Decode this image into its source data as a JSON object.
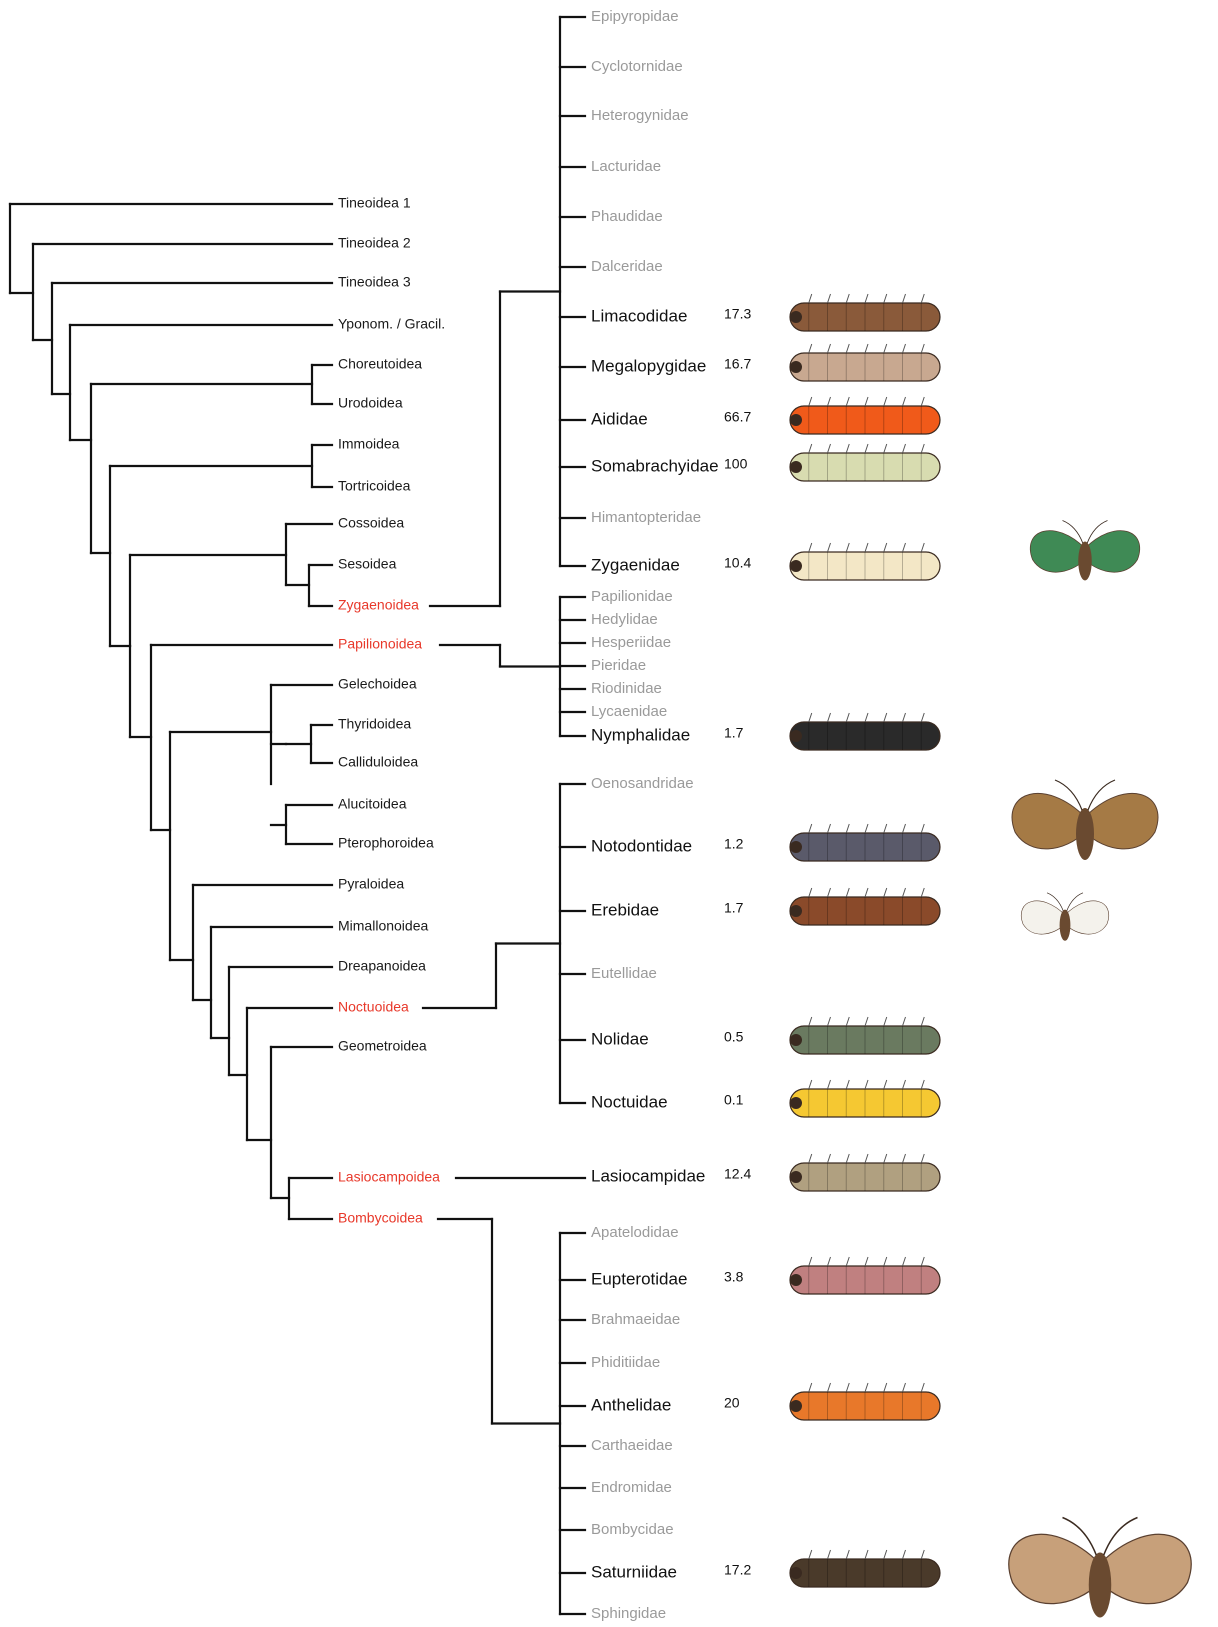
{
  "superfamilies": [
    {
      "label": "Tineoidea 1",
      "highlight": false
    },
    {
      "label": "Tineoidea 2",
      "highlight": false
    },
    {
      "label": "Tineoidea 3",
      "highlight": false
    },
    {
      "label": "Yponom. / Gracil.",
      "highlight": false
    },
    {
      "label": "Choreutoidea",
      "highlight": false
    },
    {
      "label": "Urodoidea",
      "highlight": false
    },
    {
      "label": "Immoidea",
      "highlight": false
    },
    {
      "label": "Tortricoidea",
      "highlight": false
    },
    {
      "label": "Cossoidea",
      "highlight": false
    },
    {
      "label": "Sesoidea",
      "highlight": false
    },
    {
      "label": "Zygaenoidea",
      "highlight": true
    },
    {
      "label": "Papilionoidea",
      "highlight": true
    },
    {
      "label": "Gelechoidea",
      "highlight": false
    },
    {
      "label": "Thyridoidea",
      "highlight": false
    },
    {
      "label": "Calliduloidea",
      "highlight": false
    },
    {
      "label": "Alucitoidea",
      "highlight": false
    },
    {
      "label": "Pterophoroidea",
      "highlight": false
    },
    {
      "label": "Pyraloidea",
      "highlight": false
    },
    {
      "label": "Mimallonoidea",
      "highlight": false
    },
    {
      "label": "Dreapanoidea",
      "highlight": false
    },
    {
      "label": "Noctuoidea",
      "highlight": true
    },
    {
      "label": "Geometroidea",
      "highlight": false
    },
    {
      "label": "Lasiocampoidea",
      "highlight": true
    },
    {
      "label": "Bombycoidea",
      "highlight": true
    }
  ],
  "family_groups": [
    {
      "superfamily": "Zygaenoidea",
      "families": [
        {
          "label": "Epipyropidae",
          "major": false,
          "value": ""
        },
        {
          "label": "Cyclotornidae",
          "major": false,
          "value": ""
        },
        {
          "label": "Heterogynidae",
          "major": false,
          "value": ""
        },
        {
          "label": "Lacturidae",
          "major": false,
          "value": ""
        },
        {
          "label": "Phaudidae",
          "major": false,
          "value": ""
        },
        {
          "label": "Dalceridae",
          "major": false,
          "value": ""
        },
        {
          "label": "Limacodidae",
          "major": true,
          "value": "17.3"
        },
        {
          "label": "Megalopygidae",
          "major": true,
          "value": "16.7"
        },
        {
          "label": "Aididae",
          "major": true,
          "value": "66.7"
        },
        {
          "label": "Somabrachyidae",
          "major": true,
          "value": "100"
        },
        {
          "label": "Himantopteridae",
          "major": false,
          "value": ""
        },
        {
          "label": "Zygaenidae",
          "major": true,
          "value": "10.4"
        }
      ]
    },
    {
      "superfamily": "Papilionoidea",
      "families": [
        {
          "label": "Papilionidae",
          "major": false,
          "value": ""
        },
        {
          "label": "Hedylidae",
          "major": false,
          "value": ""
        },
        {
          "label": "Hesperiidae",
          "major": false,
          "value": ""
        },
        {
          "label": "Pieridae",
          "major": false,
          "value": ""
        },
        {
          "label": "Riodinidae",
          "major": false,
          "value": ""
        },
        {
          "label": "Lycaenidae",
          "major": false,
          "value": ""
        },
        {
          "label": "Nymphalidae",
          "major": true,
          "value": "1.7"
        }
      ]
    },
    {
      "superfamily": "Noctuoidea",
      "families": [
        {
          "label": "Oenosandridae",
          "major": false,
          "value": ""
        },
        {
          "label": "Notodontidae",
          "major": true,
          "value": "1.2"
        },
        {
          "label": "Erebidae",
          "major": true,
          "value": "1.7"
        },
        {
          "label": "Eutellidae",
          "major": false,
          "value": ""
        },
        {
          "label": "Nolidae",
          "major": true,
          "value": "0.5"
        },
        {
          "label": "Noctuidae",
          "major": true,
          "value": "0.1"
        }
      ]
    },
    {
      "superfamily": "Lasiocampoidea",
      "families": [
        {
          "label": "Lasiocampidae",
          "major": true,
          "value": "12.4"
        }
      ]
    },
    {
      "superfamily": "Bombycoidea",
      "families": [
        {
          "label": "Apatelodidae",
          "major": false,
          "value": ""
        },
        {
          "label": "Eupterotidae",
          "major": true,
          "value": "3.8"
        },
        {
          "label": "Brahmaeidae",
          "major": false,
          "value": ""
        },
        {
          "label": "Phiditiidae",
          "major": false,
          "value": ""
        },
        {
          "label": "Anthelidae",
          "major": true,
          "value": "20"
        },
        {
          "label": "Carthaeidae",
          "major": false,
          "value": ""
        },
        {
          "label": "Endromidae",
          "major": false,
          "value": ""
        },
        {
          "label": "Bombycidae",
          "major": false,
          "value": ""
        },
        {
          "label": "Saturniidae",
          "major": true,
          "value": "17.2"
        },
        {
          "label": "Sphingidae",
          "major": false,
          "value": ""
        }
      ]
    }
  ],
  "caterpillar_illustrations": [
    {
      "family": "Limacodidae",
      "icon": "limacodid-caterpillar",
      "color": "#8a5a3a"
    },
    {
      "family": "Megalopygidae",
      "icon": "megalopygid-caterpillar",
      "color": "#c8a890"
    },
    {
      "family": "Aididae",
      "icon": "aidid-caterpillar",
      "color": "#f05a1a"
    },
    {
      "family": "Somabrachyidae",
      "icon": "somabrachyid-caterpillar",
      "color": "#d8dcb0"
    },
    {
      "family": "Zygaenidae",
      "icon": "zygaenid-caterpillar",
      "color": "#f3e7c6"
    },
    {
      "family": "Nymphalidae",
      "icon": "nymphalid-caterpillar",
      "color": "#2a2a2a"
    },
    {
      "family": "Notodontidae",
      "icon": "notodontid-caterpillar",
      "color": "#5a5a6a"
    },
    {
      "family": "Erebidae",
      "icon": "erebid-caterpillar",
      "color": "#8a4a2a"
    },
    {
      "family": "Nolidae",
      "icon": "nolid-caterpillar",
      "color": "#6a7a60"
    },
    {
      "family": "Noctuidae",
      "icon": "noctuid-caterpillar",
      "color": "#f5c832"
    },
    {
      "family": "Lasiocampidae",
      "icon": "lasiocampid-caterpillar",
      "color": "#b0a080"
    },
    {
      "family": "Eupterotidae",
      "icon": "eupterotid-caterpillar",
      "color": "#c08080"
    },
    {
      "family": "Anthelidae",
      "icon": "anthelid-caterpillar",
      "color": "#e8782a"
    },
    {
      "family": "Saturniidae",
      "icon": "saturniid-caterpillar",
      "color": "#4a3a2a"
    }
  ],
  "adult_illustrations": [
    {
      "family": "Zygaenidae",
      "icon": "zygaenid-moth",
      "color": "#3f8a55"
    },
    {
      "family": "Notodontidae",
      "icon": "notodontid-moth",
      "color": "#a57a45"
    },
    {
      "family": "Erebidae",
      "icon": "erebid-moth",
      "color": "#f4f2ec"
    },
    {
      "family": "Saturniidae",
      "icon": "saturniid-moth",
      "color": "#c7a07a"
    }
  ],
  "colors": {
    "highlight": "#e8382a",
    "line": "#111111",
    "minor_text": "#9a9a9a"
  }
}
